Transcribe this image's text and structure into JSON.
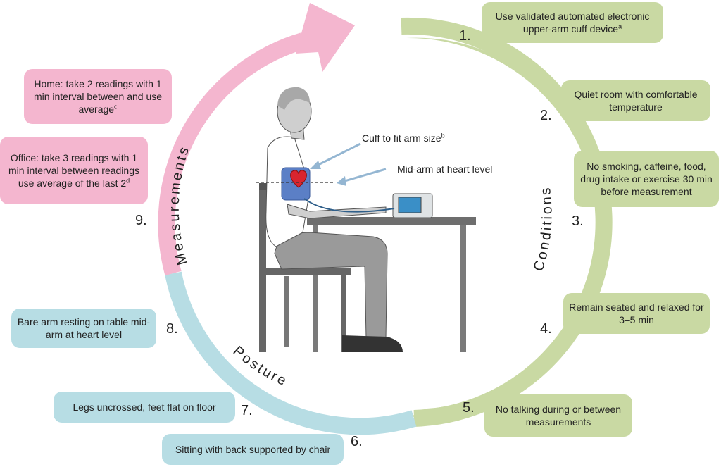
{
  "colors": {
    "conditions": "#c9d9a3",
    "measurements": "#f4b6cf",
    "posture": "#b7dde4",
    "arrow_line": "#94b6d2"
  },
  "arcs": {
    "conditions": "Conditions",
    "measurements": "Measurements",
    "posture": "Posture"
  },
  "annotations": {
    "cuff": "Cuff to fit arm size",
    "cuff_sup": "b",
    "midarm": "Mid-arm at heart level"
  },
  "steps": [
    {
      "num": "1.",
      "text": "Use validated automated electronic upper-arm cuff device",
      "sup": "a"
    },
    {
      "num": "2.",
      "text": "Quiet room with comfortable temperature"
    },
    {
      "num": "3.",
      "text": "No smoking, caffeine, food, drug intake or exercise 30 min before measurement"
    },
    {
      "num": "4.",
      "text": "Remain seated and relaxed for 3–5 min"
    },
    {
      "num": "5.",
      "text": "No talking during or between measurements"
    },
    {
      "num": "6.",
      "text": "Sitting with back supported by chair"
    },
    {
      "num": "7.",
      "text": "Legs uncrossed, feet flat on floor"
    },
    {
      "num": "8.",
      "text": "Bare arm resting on table mid-arm at heart level"
    },
    {
      "num": "9.",
      "home": "Home: take 2 readings with 1 min interval between and use average",
      "home_sup": "c",
      "office": "Office: take 3 readings with 1 min interval between readings use average of the last 2",
      "office_sup": "d"
    }
  ]
}
